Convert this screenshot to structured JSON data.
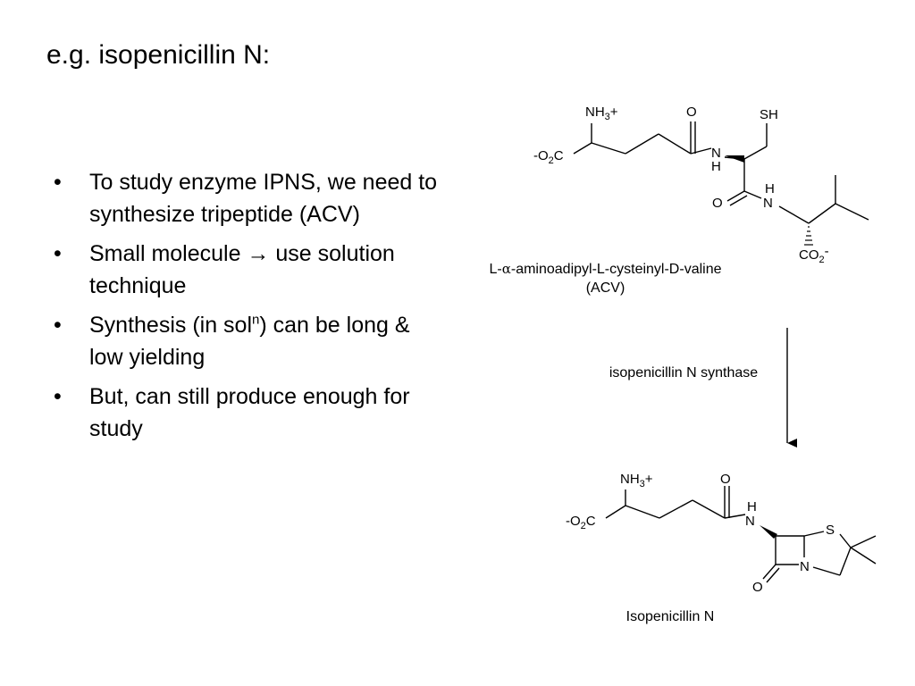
{
  "title": "e.g. isopenicillin N:",
  "bullets": [
    {
      "text": "To study enzyme IPNS, we need to synthesize tripeptide (ACV)"
    },
    {
      "text": "Small molecule → use solution technique"
    },
    {
      "pre": "Synthesis (in sol",
      "sup": "n",
      "post": ") can be long & low yielding"
    },
    {
      "text": "But, can still produce enough for study"
    }
  ],
  "bullet_symbol": "•",
  "acv": {
    "name_pre": "L-",
    "name_greek": "α",
    "name_post": "-aminoadipyl-L-cysteinyl-D-valine",
    "abbrev": "(ACV)",
    "labels": {
      "nh3": "NH",
      "nh3_sub": "3",
      "nh3_charge": "+",
      "carboxylate_left": "-O",
      "carboxylate_left_sub": "2",
      "carboxylate_left_c": "C",
      "o_top": "O",
      "sh": "SH",
      "n1": "N",
      "h1": "H",
      "o2": "O",
      "h2": "H",
      "n2": "N",
      "co2": "CO",
      "co2_sub": "2",
      "co2_charge": "-"
    }
  },
  "arrow_label": "isopenicillin N synthase",
  "ipn": {
    "name": "Isopenicillin N",
    "labels": {
      "nh3": "NH",
      "nh3_sub": "3",
      "nh3_charge": "+",
      "carboxylate_left": "-O",
      "carboxylate_left_sub": "2",
      "carboxylate_left_c": "C",
      "o_top": "O",
      "h": "H",
      "n_amide": "N",
      "s": "S",
      "n_ring": "N",
      "o_lactam": "O"
    }
  }
}
